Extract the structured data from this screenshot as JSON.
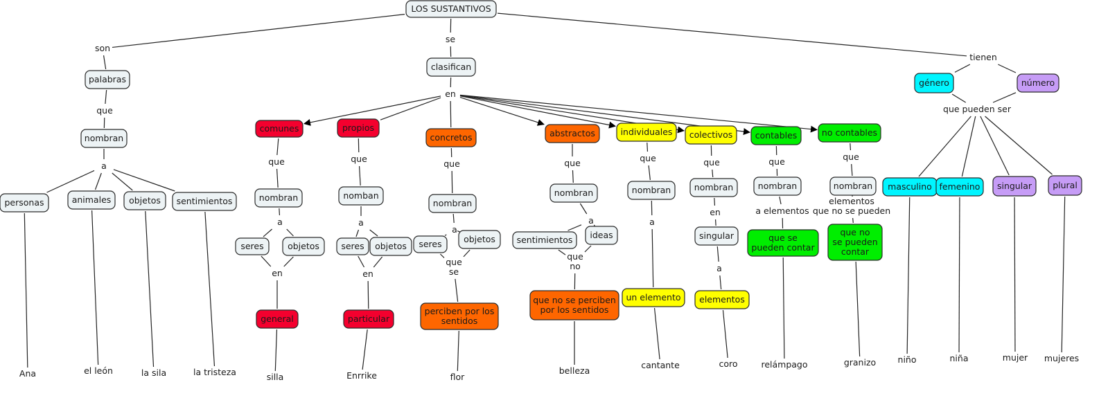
{
  "title": "LOS SUSTANTIVOS",
  "colors": {
    "default": "#edf3f5",
    "red": "#f4002e",
    "orange": "#fe6600",
    "yellow": "#ffff00",
    "green": "#00ee00",
    "cyan": "#00f5ff",
    "purple": "#c69cf6"
  },
  "nodes": [
    {
      "id": "root",
      "label": "LOS SUSTANTIVOS",
      "color": "default"
    },
    {
      "id": "palabras",
      "label": "palabras",
      "color": "default"
    },
    {
      "id": "nombran0",
      "label": "nombran",
      "color": "default"
    },
    {
      "id": "personas",
      "label": "personas",
      "color": "default"
    },
    {
      "id": "animales",
      "label": "animales",
      "color": "default"
    },
    {
      "id": "objetos0",
      "label": "objetos",
      "color": "default"
    },
    {
      "id": "sentimientos0",
      "label": "sentimientos",
      "color": "default"
    },
    {
      "id": "clasifican",
      "label": "clasifican",
      "color": "default"
    },
    {
      "id": "comunes",
      "label": "comunes",
      "color": "red"
    },
    {
      "id": "propios",
      "label": "propios",
      "color": "red"
    },
    {
      "id": "concretos",
      "label": "concretos",
      "color": "orange"
    },
    {
      "id": "abstractos",
      "label": "abstractos",
      "color": "orange"
    },
    {
      "id": "individuales",
      "label": "individuales",
      "color": "yellow"
    },
    {
      "id": "colectivos",
      "label": "colectivos",
      "color": "yellow"
    },
    {
      "id": "contables",
      "label": "contables",
      "color": "green"
    },
    {
      "id": "nocontables",
      "label": "no contables",
      "color": "green"
    },
    {
      "id": "nombran1",
      "label": "nombran",
      "color": "default"
    },
    {
      "id": "nomban2",
      "label": "nomban",
      "color": "default"
    },
    {
      "id": "nombran3",
      "label": "nombran",
      "color": "default"
    },
    {
      "id": "nombran4",
      "label": "nombran",
      "color": "default"
    },
    {
      "id": "nombran5",
      "label": "nombran",
      "color": "default"
    },
    {
      "id": "nombran6",
      "label": "nombran",
      "color": "default"
    },
    {
      "id": "nombran7",
      "label": "nombran",
      "color": "default"
    },
    {
      "id": "nombran8",
      "label": "nombran",
      "color": "default"
    },
    {
      "id": "seres1",
      "label": "seres",
      "color": "default"
    },
    {
      "id": "objetos1",
      "label": "objetos",
      "color": "default"
    },
    {
      "id": "seres2",
      "label": "seres",
      "color": "default"
    },
    {
      "id": "objetos2",
      "label": "objetos",
      "color": "default"
    },
    {
      "id": "seres3",
      "label": "seres",
      "color": "default"
    },
    {
      "id": "objetos3",
      "label": "objetos",
      "color": "default"
    },
    {
      "id": "sentimientos4",
      "label": "sentimientos",
      "color": "default"
    },
    {
      "id": "ideas4",
      "label": "ideas",
      "color": "default"
    },
    {
      "id": "singular6",
      "label": "singular",
      "color": "default"
    },
    {
      "id": "general",
      "label": "general",
      "color": "red"
    },
    {
      "id": "particular",
      "label": "particular",
      "color": "red"
    },
    {
      "id": "perciben",
      "label": "perciben por los\nsentidos",
      "color": "orange"
    },
    {
      "id": "noperciben",
      "label": "que no se perciben\npor los sentidos",
      "color": "orange"
    },
    {
      "id": "unelemento",
      "label": "un elemento",
      "color": "yellow"
    },
    {
      "id": "elementos",
      "label": "elementos",
      "color": "yellow"
    },
    {
      "id": "sepueden",
      "label": "que se\npueden contar",
      "color": "green"
    },
    {
      "id": "nosepueden",
      "label": "que no\nse pueden\ncontar",
      "color": "green"
    },
    {
      "id": "genero",
      "label": "género",
      "color": "cyan"
    },
    {
      "id": "numero",
      "label": "número",
      "color": "purple"
    },
    {
      "id": "masculino",
      "label": "masculino",
      "color": "cyan"
    },
    {
      "id": "femenino",
      "label": "femenino",
      "color": "cyan"
    },
    {
      "id": "singular",
      "label": "singular",
      "color": "purple"
    },
    {
      "id": "plural",
      "label": "plural",
      "color": "purple"
    }
  ],
  "link_labels": [
    {
      "id": "son",
      "label": "son"
    },
    {
      "id": "que0",
      "label": "que"
    },
    {
      "id": "a0",
      "label": "a"
    },
    {
      "id": "se",
      "label": "se"
    },
    {
      "id": "en",
      "label": "en"
    },
    {
      "id": "tienen",
      "label": "tienen"
    },
    {
      "id": "que1",
      "label": "que"
    },
    {
      "id": "que2",
      "label": "que"
    },
    {
      "id": "que3",
      "label": "que"
    },
    {
      "id": "que4",
      "label": "que"
    },
    {
      "id": "que5",
      "label": "que"
    },
    {
      "id": "que6",
      "label": "que"
    },
    {
      "id": "que7",
      "label": "que"
    },
    {
      "id": "que8",
      "label": "que"
    },
    {
      "id": "a1",
      "label": "a"
    },
    {
      "id": "a2",
      "label": "a"
    },
    {
      "id": "a3",
      "label": "a"
    },
    {
      "id": "a4",
      "label": "a"
    },
    {
      "id": "a5",
      "label": "a"
    },
    {
      "id": "en6",
      "label": "en"
    },
    {
      "id": "a6",
      "label": "a"
    },
    {
      "id": "aelementos",
      "label": "a elementos"
    },
    {
      "id": "elemnopueden",
      "label": "elementos\nque no se pueden"
    },
    {
      "id": "en1",
      "label": "en"
    },
    {
      "id": "en2",
      "label": "en"
    },
    {
      "id": "quese3",
      "label": "que\nse"
    },
    {
      "id": "queno4",
      "label": "que\nno"
    },
    {
      "id": "puedenser",
      "label": "que pueden ser"
    }
  ],
  "examples": [
    {
      "id": "ana",
      "label": "Ana"
    },
    {
      "id": "leon",
      "label": "el león"
    },
    {
      "id": "sila",
      "label": "la sila"
    },
    {
      "id": "tristeza",
      "label": "la tristeza"
    },
    {
      "id": "silla",
      "label": "silla"
    },
    {
      "id": "enrrike",
      "label": "Enrrike"
    },
    {
      "id": "flor",
      "label": "flor"
    },
    {
      "id": "belleza",
      "label": "belleza"
    },
    {
      "id": "cantante",
      "label": "cantante"
    },
    {
      "id": "coro",
      "label": "coro"
    },
    {
      "id": "relampago",
      "label": "relámpago"
    },
    {
      "id": "granizo",
      "label": "granizo"
    },
    {
      "id": "nino",
      "label": "niño"
    },
    {
      "id": "nina",
      "label": "niña"
    },
    {
      "id": "mujer",
      "label": "mujer"
    },
    {
      "id": "mujeres",
      "label": "mujeres"
    }
  ]
}
